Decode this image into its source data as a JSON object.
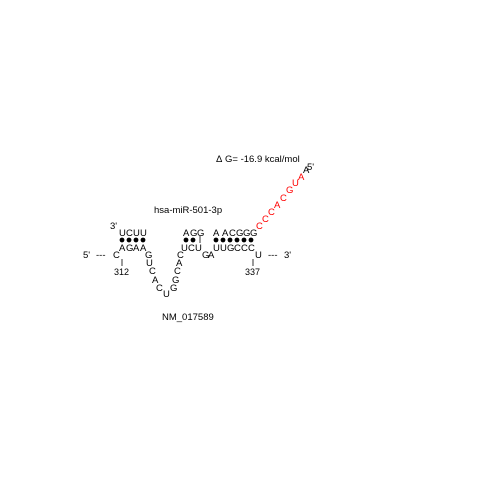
{
  "energy": {
    "delta_symbol": "Δ",
    "text": "G= -16.9 kcal/mol"
  },
  "mirna_name": "hsa-miR-501-3p",
  "target_name": "NM_017589",
  "mirna_end_3": "3'",
  "mirna_end_5": "5'",
  "target_end_5": "5'",
  "target_end_3": "3'",
  "dash_left": "---",
  "dash_right": "---",
  "pos_start": "312",
  "pos_end": "337",
  "mirna_nucleotides": [
    "U",
    "C",
    "U",
    "U",
    "A",
    "G",
    "G",
    "A",
    "A",
    "C",
    "G",
    "G",
    "G",
    "C",
    "C",
    "C",
    "A",
    "C",
    "G",
    "U",
    "A",
    "A"
  ],
  "target_nucleotides": [
    "C",
    "A",
    "G",
    "A",
    "A",
    "G",
    "U",
    "C",
    "A",
    "C",
    "U",
    "G",
    "G",
    "C",
    "A",
    "C",
    "U",
    "C",
    "U",
    "G",
    "A",
    "U",
    "U",
    "G",
    "C",
    "C",
    "C",
    "U"
  ],
  "colors": {
    "seed": "#ff0000",
    "default": "#000000"
  }
}
